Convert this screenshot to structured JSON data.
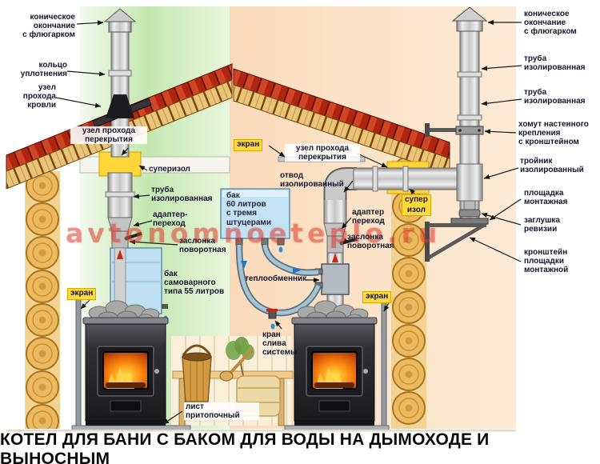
{
  "title": "КОТЕЛ ДЛЯ БАНИ С БАКОМ ДЛЯ ВОДЫ НА ДЫМОХОДЕ И ВЫНОСНЫМ",
  "watermark": "avtonomnoeteplo.ru",
  "labels": {
    "conical_end_left": "коническое\nокончание\nс флюгарком",
    "sealing_ring": "кольцо\nуплотнения",
    "roof_passage": "узел\nпрохода\nкровли",
    "ceiling_passage_left": "узел прохода\nперекрытия",
    "superizol_left": "суперизол",
    "insulated_pipe_left": "труба\nизолированная",
    "adapter_left": "адаптер-\nпереход",
    "damper_left": "заслонка\nповоротная",
    "samovar_tank": "бак\nсамоварного\nтипа 55 литров",
    "screen_left": "экран",
    "hearth_sheet": "лист\nпритопочный",
    "screen_middle": "экран",
    "ceiling_passage_middle": "узел прохода\nперекрытия",
    "insulated_bend": "отвод\nизолированный",
    "tank_60": "бак\n60 литров\nс тремя\nштуцерами",
    "adapter_middle": "адаптер\nпереход",
    "damper_middle": "заслонка\nповоротная",
    "heat_exchanger": "теплообменник",
    "drain_valve": "кран\nслива\nсистемы",
    "screen_right": "экран",
    "conical_end_right": "коническое\nокончание\nс флюгарком",
    "insulated_pipe_r1": "труба\nизолированная",
    "insulated_pipe_r2": "труба\nизолированная",
    "wall_clamp": "хомут настенного\nкрепления\nс кронштейном",
    "tee_insulated": "тройник\nизолированный",
    "superizol_right": "супер\nизол",
    "mounting_platform": "площадка\nмонтажная",
    "revision_plug": "заглушка\nревизии",
    "platform_bracket": "кронштейн\nплощадки\nмонтажной"
  },
  "colors": {
    "roof_red": "#b0250f",
    "roof_plank_tan": "#eac478",
    "log_wood": "#ecba5e",
    "water_blue": "#bfe0f2",
    "highlight_yellow": "#ffd83d",
    "watermark_red": "#db362c",
    "fire_orange": "#ff8d12",
    "background_green": "#c4e7b0",
    "background_peach": "#fbdaba"
  }
}
